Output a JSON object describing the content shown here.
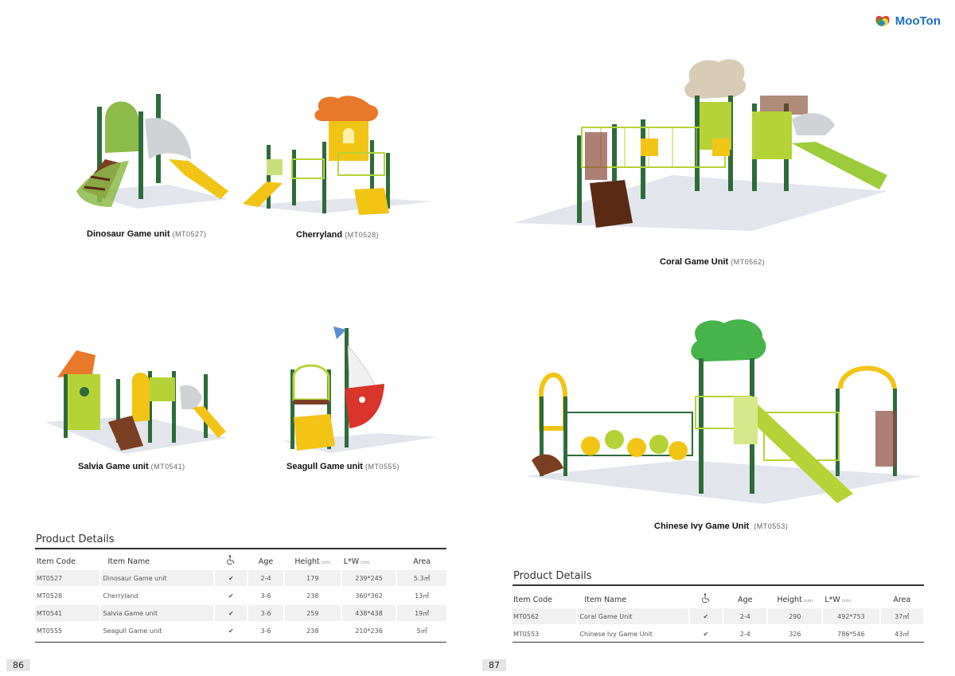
{
  "brand": {
    "name": "MooTon"
  },
  "left_page": {
    "products": [
      {
        "name": "Dinosaur Game unit",
        "code": "(MT0527)"
      },
      {
        "name": "Cherryland",
        "code": "(MT0528)"
      },
      {
        "name": "Salvia Game unit",
        "code": "(MT0541)"
      },
      {
        "name": "Seagull Game unit",
        "code": "(MT0555)"
      }
    ],
    "details_title": "Product Details",
    "headers": {
      "item_code": "Item Code",
      "item_name": "Item Name",
      "age": "Age",
      "height": "Height",
      "height_unit": "(cm)",
      "lw": "L*W",
      "lw_unit": "(cm)",
      "area": "Area"
    },
    "rows": [
      {
        "code": "MT0527",
        "name": "Dinosaur Game unit",
        "check": "✔",
        "age": "2-4",
        "height": "179",
        "lw": "239*245",
        "area": "5.3㎡"
      },
      {
        "code": "MT0528",
        "name": "Cherryland",
        "check": "✔",
        "age": "3-6",
        "height": "238",
        "lw": "360*362",
        "area": "13㎡"
      },
      {
        "code": "MT0541",
        "name": "Salvia Game unit",
        "check": "✔",
        "age": "3-6",
        "height": "259",
        "lw": "438*438",
        "area": "19㎡"
      },
      {
        "code": "MT0555",
        "name": "Seagull Game unit",
        "check": "✔",
        "age": "3-6",
        "height": "238",
        "lw": "210*236",
        "area": "5㎡"
      }
    ],
    "page_number": "86"
  },
  "right_page": {
    "products": [
      {
        "name": "Coral Game Unit",
        "code": "(MT0562)"
      },
      {
        "name": "Chinese Ivy Game Unit",
        "code": "(MT0553)"
      }
    ],
    "details_title": "Product Details",
    "headers": {
      "item_code": "Item Code",
      "item_name": "Item Name",
      "age": "Age",
      "height": "Height",
      "height_unit": "(cm)",
      "lw": "L*W",
      "lw_unit": "(cm)",
      "area": "Area"
    },
    "rows": [
      {
        "code": "MT0562",
        "name": "Coral Game Unit",
        "check": "✔",
        "age": "2-4",
        "height": "290",
        "lw": "492*753",
        "area": "37㎡"
      },
      {
        "code": "MT0553",
        "name": "Chinese Ivy Game Unit",
        "check": "✔",
        "age": "2-4",
        "height": "326",
        "lw": "786*546",
        "area": "43㎡"
      }
    ],
    "page_number": "87"
  },
  "colors": {
    "accent_green": "#2e6b3a",
    "lime": "#b5d336",
    "yellow": "#f2c416",
    "orange": "#e8782a",
    "brown": "#7a3e22",
    "red": "#d9352b"
  }
}
